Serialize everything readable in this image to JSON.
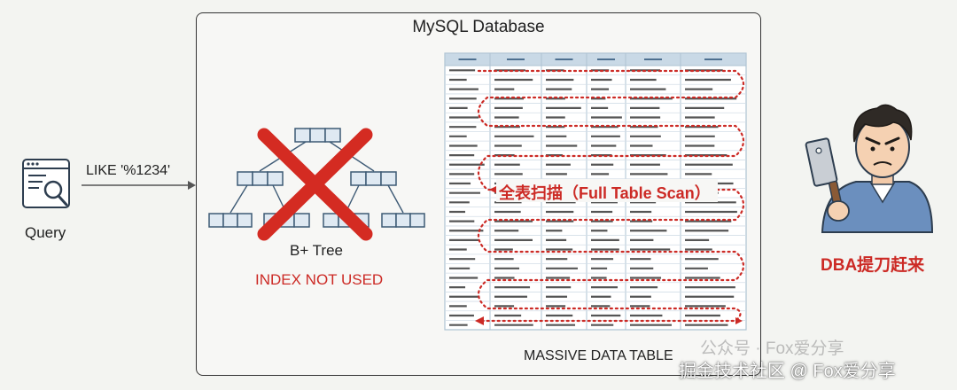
{
  "diagram": {
    "query": {
      "label": "Query"
    },
    "arrow": {
      "label": "LIKE '%1234'"
    },
    "database": {
      "title": "MySQL Database"
    },
    "btree": {
      "label": "B+ Tree",
      "status": "INDEX NOT USED"
    },
    "table": {
      "label": "MASSIVE DATA TABLE",
      "scan_label": "全表扫描（Full Table Scan）"
    },
    "dba": {
      "label": "DBA提刀赶来"
    }
  },
  "watermarks": {
    "wechat": "公众号 · Fox爱分享",
    "footer": "掘金技术社区 @ Fox爱分享"
  },
  "colors": {
    "red": "#cc2a25",
    "table_header": "#c9d9e6",
    "grid": "#aec3d3"
  }
}
